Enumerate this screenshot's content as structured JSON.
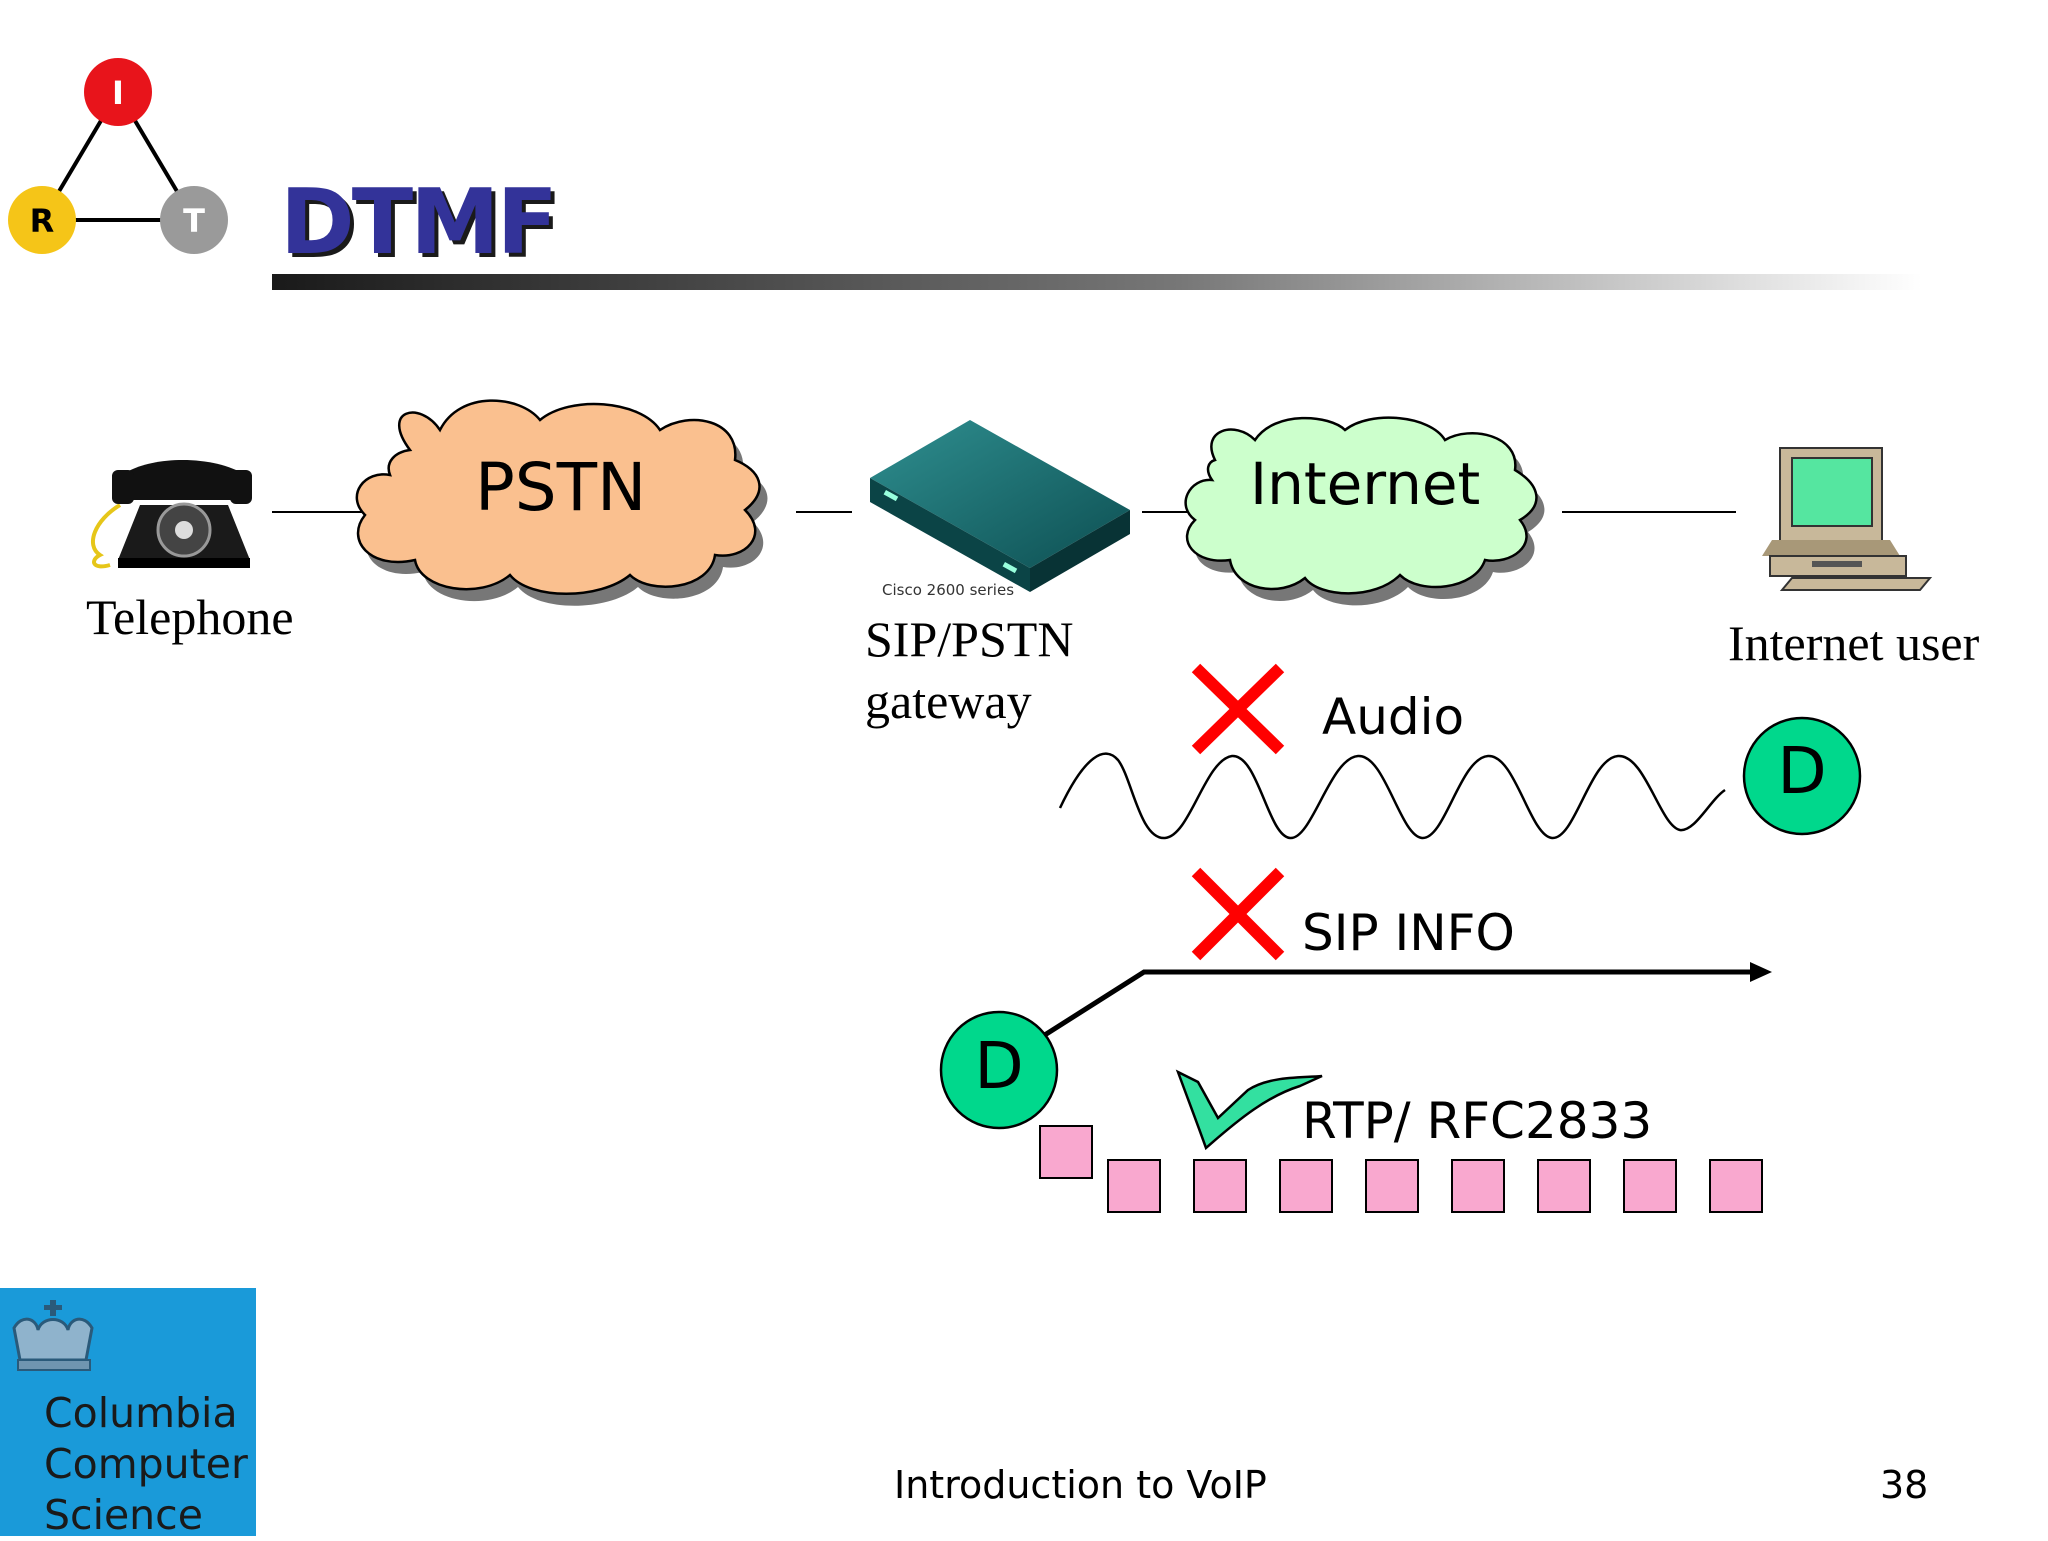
{
  "slide": {
    "title": "DTMF",
    "footer": "Introduction to VoIP",
    "page_number": "38"
  },
  "logo_irt": {
    "letters": [
      "I",
      "R",
      "T"
    ],
    "colors": {
      "I": "#e8141b",
      "R": "#f5c518",
      "T": "#9a9a9a"
    }
  },
  "diagram": {
    "nodes": {
      "telephone": "Telephone",
      "pstn": "PSTN",
      "gateway_line1": "SIP/PSTN",
      "gateway_line2": "gateway",
      "gateway_model": "Cisco 2600 series",
      "internet": "Internet",
      "internet_user": "Internet user"
    },
    "methods": {
      "audio": {
        "label": "Audio",
        "status": "rejected"
      },
      "sip_info": {
        "label": "SIP INFO",
        "status": "rejected"
      },
      "rtp": {
        "label": "RTP/ RFC2833",
        "status": "accepted"
      }
    },
    "digit": "D",
    "colors": {
      "pstn_cloud": "#fac08f",
      "internet_cloud": "#ccffcc",
      "digit_circle": "#00d88c",
      "packet": "#f9a8cf",
      "cross": "#ff0000",
      "check": "#33e0a0"
    }
  },
  "university_logo": {
    "lines": [
      "Columbia",
      "Computer",
      "Science"
    ],
    "background": "#1a9ad9"
  }
}
